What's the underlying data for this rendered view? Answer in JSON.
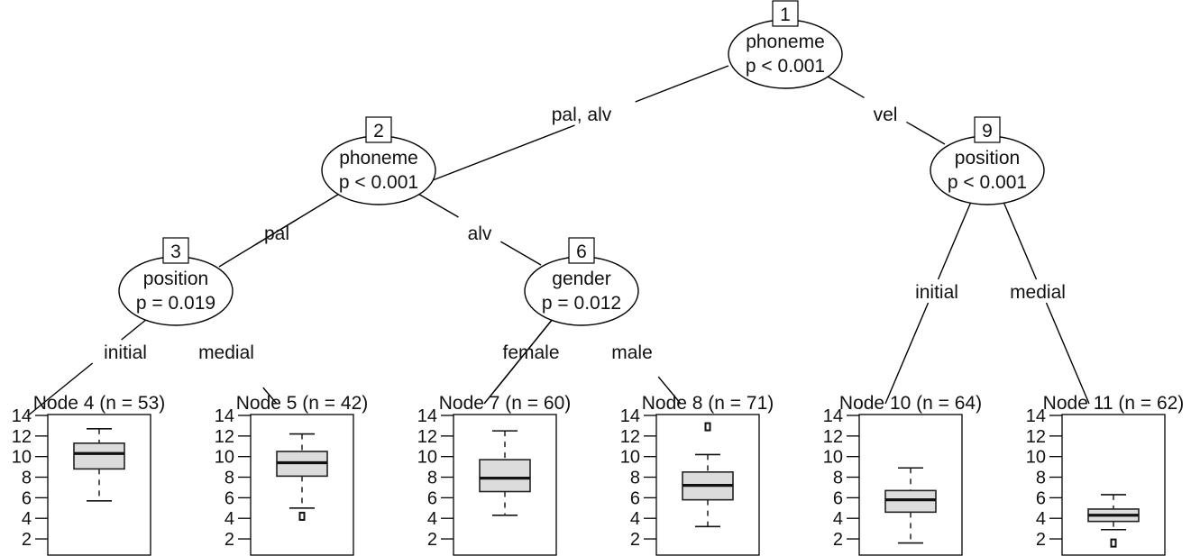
{
  "chart_data": {
    "type": "decision-tree-boxplot",
    "title": "",
    "inner_nodes": [
      {
        "id": "1",
        "variable": "phoneme",
        "p_label": "p < 0.001"
      },
      {
        "id": "2",
        "variable": "phoneme",
        "p_label": "p < 0.001"
      },
      {
        "id": "3",
        "variable": "position",
        "p_label": "p = 0.019"
      },
      {
        "id": "6",
        "variable": "gender",
        "p_label": "p = 0.012"
      },
      {
        "id": "9",
        "variable": "position",
        "p_label": "p < 0.001"
      }
    ],
    "edges": [
      {
        "from": "1",
        "to": "2",
        "label": "pal, alv"
      },
      {
        "from": "1",
        "to": "9",
        "label": "vel"
      },
      {
        "from": "2",
        "to": "3",
        "label": "pal"
      },
      {
        "from": "2",
        "to": "6",
        "label": "alv"
      },
      {
        "from": "3",
        "to": "4",
        "label": "initial"
      },
      {
        "from": "3",
        "to": "5",
        "label": "medial"
      },
      {
        "from": "6",
        "to": "7",
        "label": "female"
      },
      {
        "from": "6",
        "to": "8",
        "label": "male"
      },
      {
        "from": "9",
        "to": "10",
        "label": "initial"
      },
      {
        "from": "9",
        "to": "11",
        "label": "medial"
      }
    ],
    "terminal_nodes": [
      {
        "id": "4",
        "title": "Node 4 (n = 53)",
        "n": 53,
        "whisker_low": 5.7,
        "q1": 8.8,
        "median": 10.3,
        "q3": 11.3,
        "whisker_high": 12.7,
        "outliers": []
      },
      {
        "id": "5",
        "title": "Node 5 (n = 42)",
        "n": 42,
        "whisker_low": 5.0,
        "q1": 8.1,
        "median": 9.4,
        "q3": 10.5,
        "whisker_high": 12.2,
        "outliers": [
          4.2
        ]
      },
      {
        "id": "7",
        "title": "Node 7 (n = 60)",
        "n": 60,
        "whisker_low": 4.3,
        "q1": 6.6,
        "median": 7.9,
        "q3": 9.7,
        "whisker_high": 12.5,
        "outliers": []
      },
      {
        "id": "8",
        "title": "Node 8 (n = 71)",
        "n": 71,
        "whisker_low": 3.2,
        "q1": 5.8,
        "median": 7.2,
        "q3": 8.5,
        "whisker_high": 10.2,
        "outliers": [
          12.9
        ]
      },
      {
        "id": "10",
        "title": "Node 10 (n = 64)",
        "n": 64,
        "whisker_low": 1.6,
        "q1": 4.6,
        "median": 5.8,
        "q3": 6.7,
        "whisker_high": 8.9,
        "outliers": []
      },
      {
        "id": "11",
        "title": "Node 11 (n = 62)",
        "n": 62,
        "whisker_low": 2.9,
        "q1": 3.7,
        "median": 4.3,
        "q3": 4.9,
        "whisker_high": 6.3,
        "outliers": [
          1.6
        ]
      }
    ],
    "y_ticks": [
      2,
      4,
      6,
      8,
      10,
      12,
      14
    ],
    "ylim": [
      0.3,
      14.1
    ],
    "xlabel": "",
    "ylabel": "",
    "grid": false,
    "legend": "none"
  }
}
